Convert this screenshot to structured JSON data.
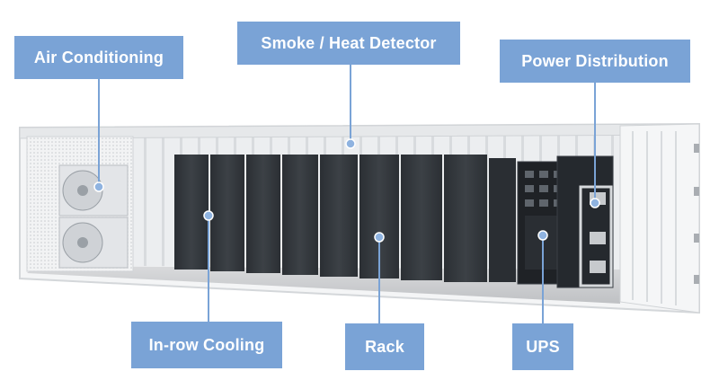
{
  "labels": {
    "air_conditioning": "Air Conditioning",
    "smoke_heat_detector": "Smoke / Heat Detector",
    "power_distribution": "Power Distribution",
    "in_row_cooling": "In-row Cooling",
    "rack": "Rack",
    "ups": "UPS"
  },
  "colors": {
    "label_bg": "#7aa3d6",
    "label_text": "#ffffff",
    "rack_body": "#33373c",
    "container_frame": "#f3f4f5"
  }
}
